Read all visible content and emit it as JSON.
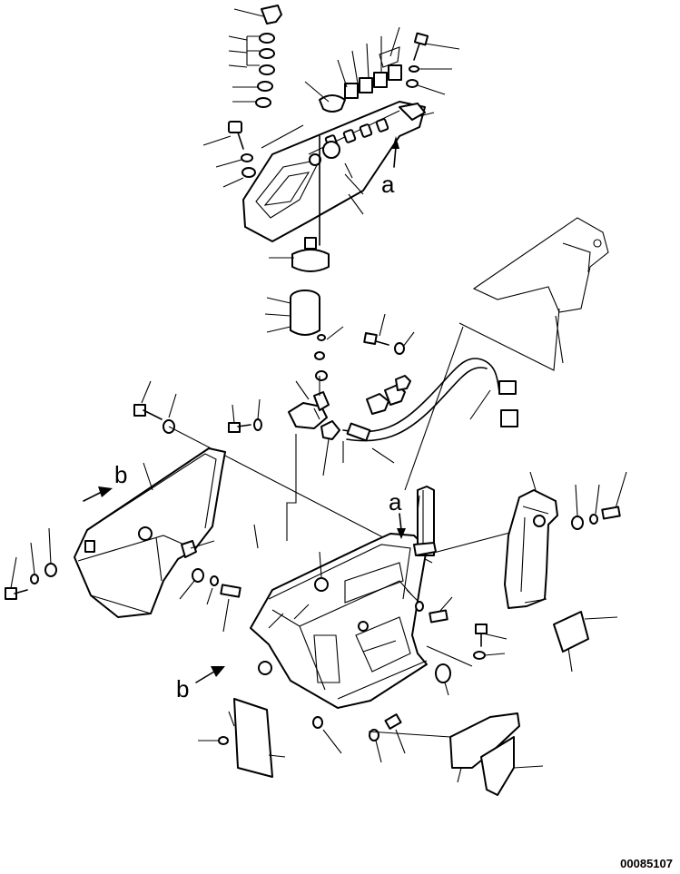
{
  "diagram": {
    "ref_label_a": "a",
    "ref_label_b": "b",
    "drawing_code": "00085107"
  }
}
